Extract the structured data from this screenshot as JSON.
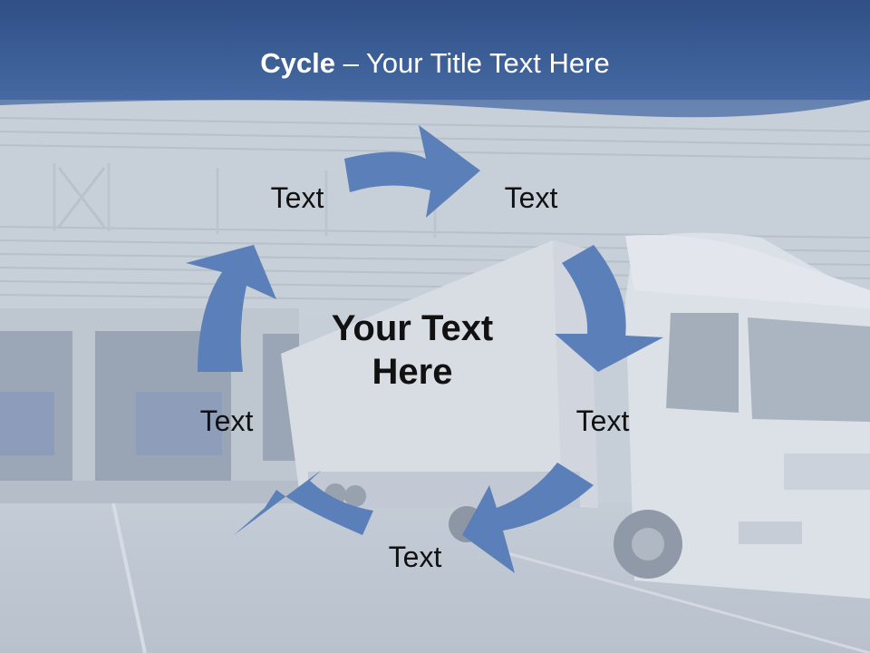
{
  "slide": {
    "title_bold": "Cycle",
    "title_rest": " – Your Title Text Here",
    "center_text_line1": "Your Text",
    "center_text_line2": "Here",
    "labels": [
      "Text",
      "Text",
      "Text",
      "Text",
      "Text"
    ]
  },
  "colors": {
    "header_blue": "#3f5f98",
    "arrow_blue": "#5b7fb8",
    "background_photo_tint": "#c3cbd6"
  }
}
